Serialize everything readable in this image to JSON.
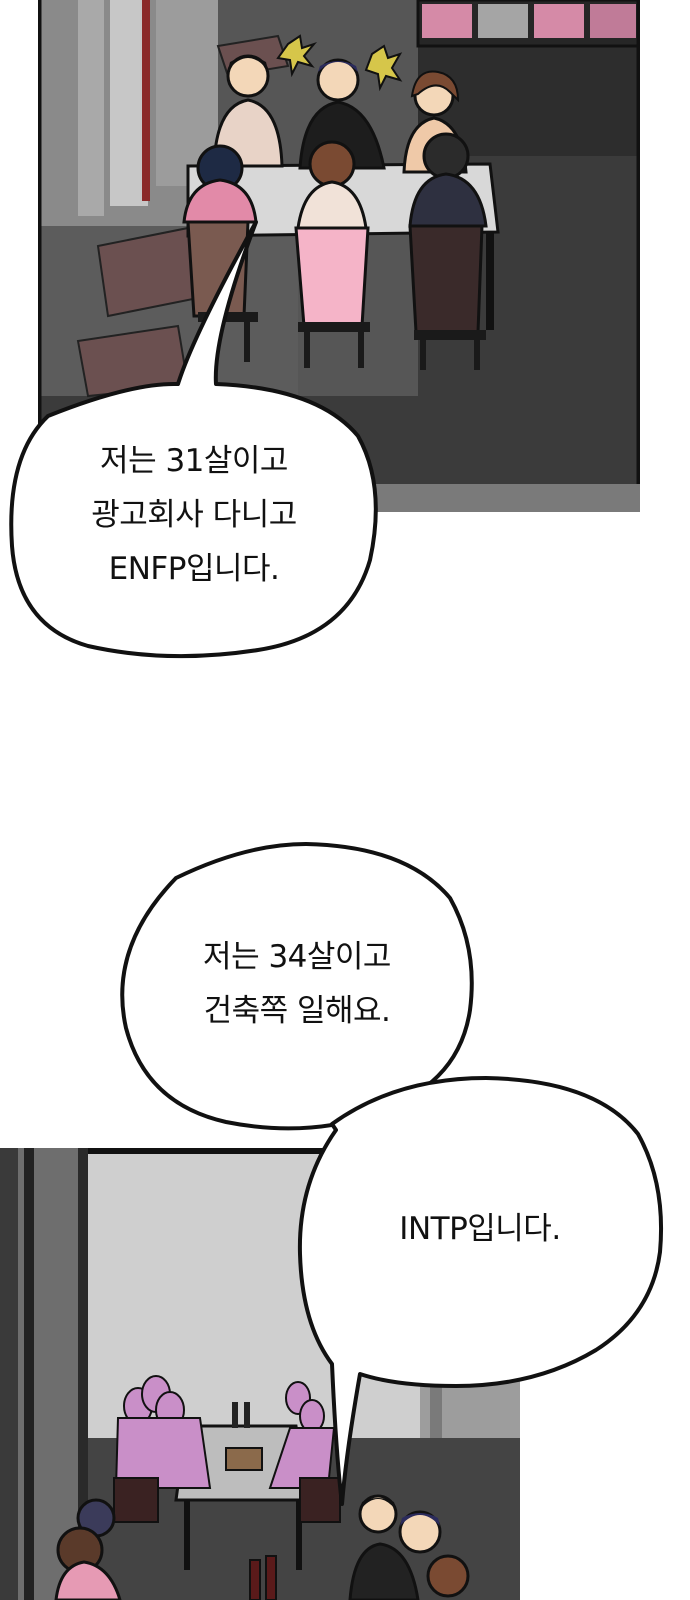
{
  "page": {
    "background": "#ffffff"
  },
  "panel_top": {
    "scene": "restaurant-dinner-group"
  },
  "panel_bottom": {
    "scene": "restaurant-dinner-overview"
  },
  "bubbles": {
    "first": {
      "lines": [
        "저는 31살이고",
        "광고회사 다니고",
        "ENFP입니다."
      ]
    },
    "second": {
      "lines": [
        "저는 34살이고",
        "건축쪽 일해요."
      ]
    },
    "third": {
      "lines": [
        "INTP입니다."
      ]
    }
  },
  "colors": {
    "outline": "#111111",
    "floor_dark": "#3a3a3a",
    "wall_grey": "#6e6e6e",
    "pink": "#e69ab4",
    "yellow_effect": "#d6c64a",
    "lavender": "#c98fc8"
  }
}
